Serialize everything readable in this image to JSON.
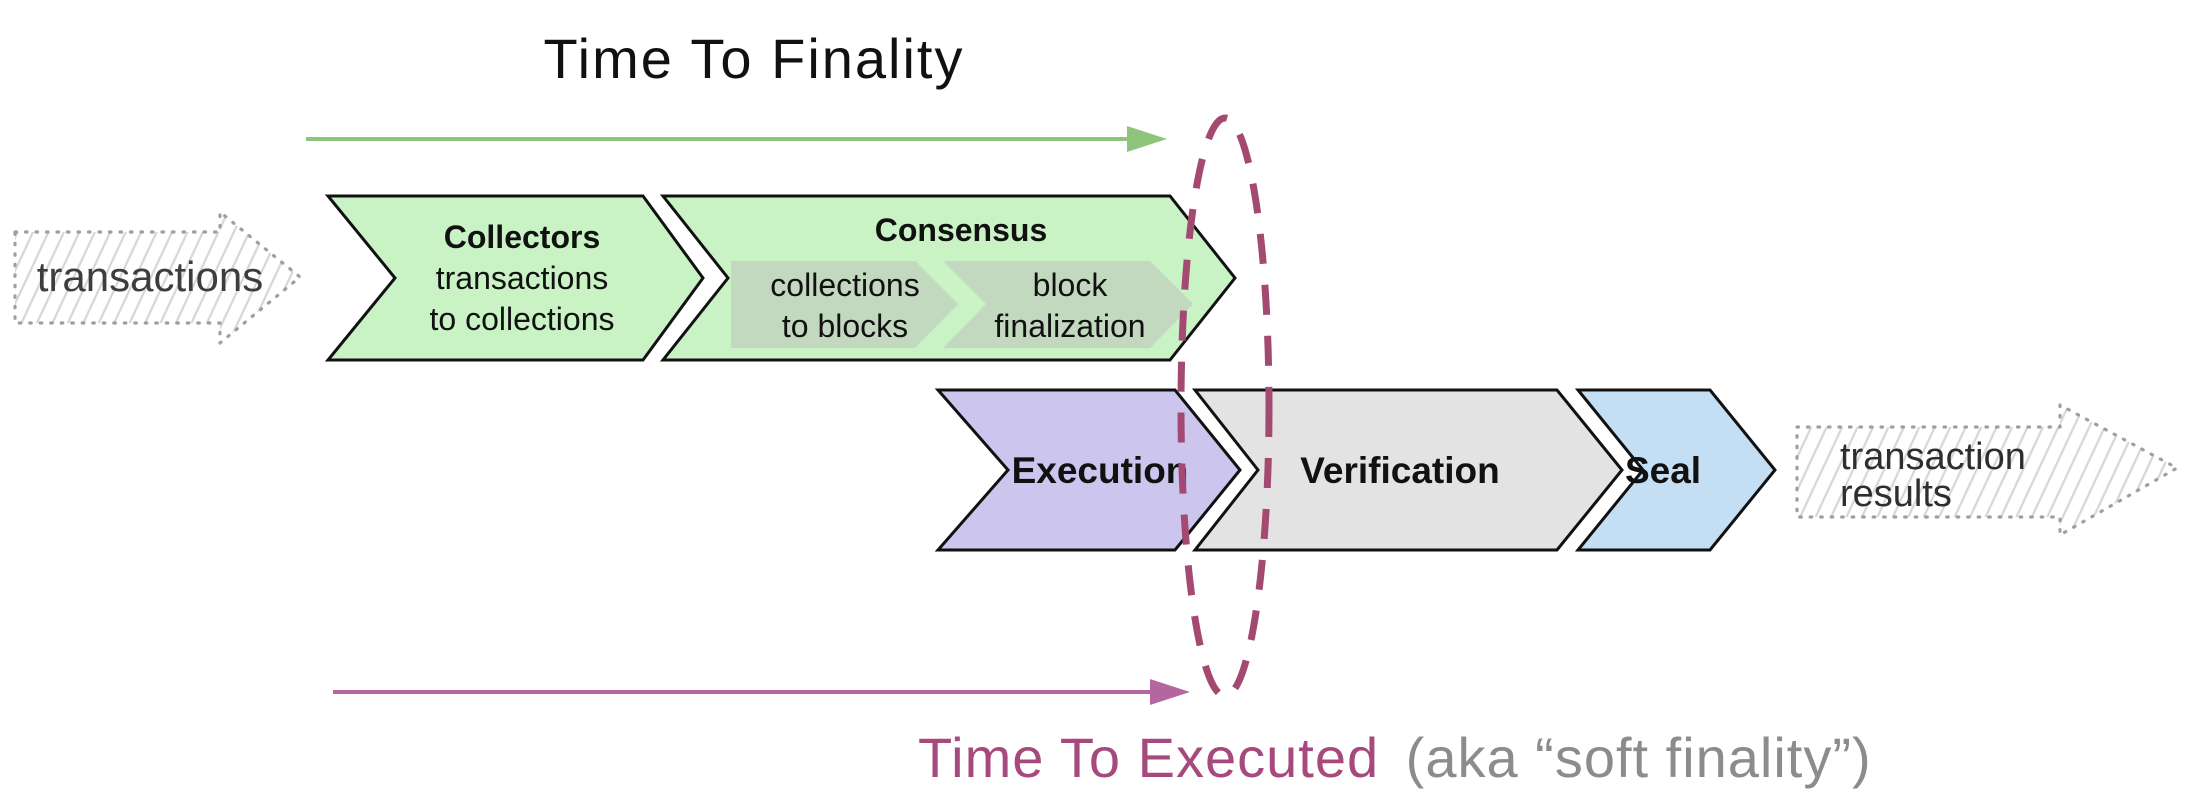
{
  "title": {
    "time_to_finality": "Time To Finality"
  },
  "caption": {
    "time_to_executed": "Time To Executed",
    "suffix": "(aka “soft finality”)"
  },
  "input_arrow": {
    "label": "transactions"
  },
  "output_arrow": {
    "line1": "transaction",
    "line2": "results"
  },
  "stages": {
    "collectors": {
      "title": "Collectors",
      "line1": "transactions",
      "line2": "to collections"
    },
    "consensus": {
      "title": "Consensus",
      "sub1": {
        "line1": "collections",
        "line2": "to blocks"
      },
      "sub2": {
        "line1": "block",
        "line2": "finalization"
      }
    },
    "execution": {
      "title": "Execution"
    },
    "verification": {
      "title": "Verification"
    },
    "seal": {
      "title": "Seal"
    }
  },
  "colors": {
    "green_fill": "#c9f2c5",
    "sub_green_fill": "#c2d8bf",
    "purple_fill": "#ccc6ef",
    "gray_fill": "#e3e3e3",
    "blue_fill": "#c4def4",
    "shape_outline": "#111111",
    "title_green": "#68a95a",
    "arrow_green": "#8fc47c",
    "arrow_magenta": "#b4679e",
    "caption_magenta": "#a6497c",
    "caption_gray": "#8c8c8c",
    "ellipse_stroke": "#a44a72",
    "sketch_stroke": "#9f9f9f"
  }
}
